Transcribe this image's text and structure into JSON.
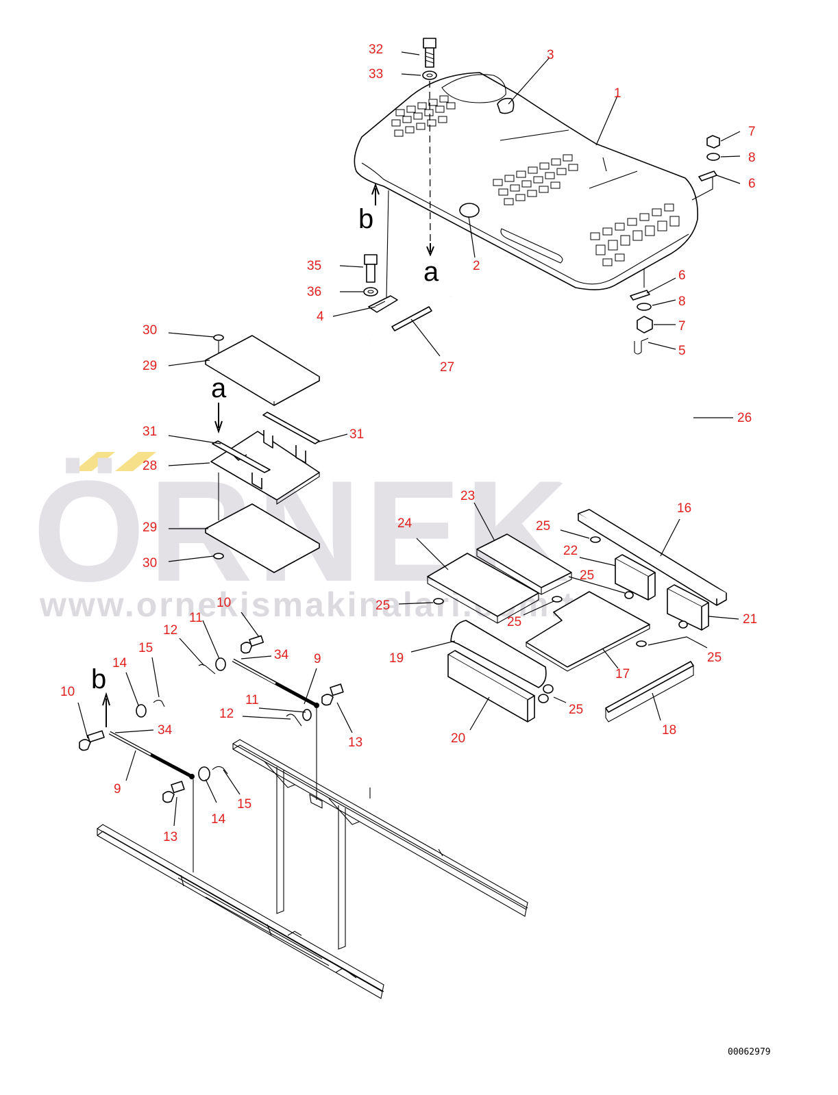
{
  "watermark": {
    "brand": "ÖRNEK",
    "url": "www.ornekismakinalari.com.tr",
    "accent_color": "#f7e08a",
    "text_color": "#e3e0e6"
  },
  "drawing_number": "00062979",
  "view_labels": [
    "a",
    "a",
    "b",
    "b"
  ],
  "callouts": [
    "1",
    "2",
    "3",
    "4",
    "5",
    "6",
    "6",
    "7",
    "7",
    "8",
    "8",
    "9",
    "9",
    "10",
    "10",
    "11",
    "11",
    "12",
    "12",
    "13",
    "13",
    "14",
    "14",
    "15",
    "15",
    "16",
    "17",
    "18",
    "19",
    "20",
    "21",
    "22",
    "23",
    "24",
    "25",
    "25",
    "25",
    "25",
    "25",
    "25",
    "25",
    "26",
    "27",
    "28",
    "29",
    "29",
    "30",
    "30",
    "31",
    "31",
    "32",
    "33",
    "34",
    "34",
    "35",
    "36"
  ],
  "colors": {
    "callout": "#e0201e",
    "line": "#000000"
  }
}
